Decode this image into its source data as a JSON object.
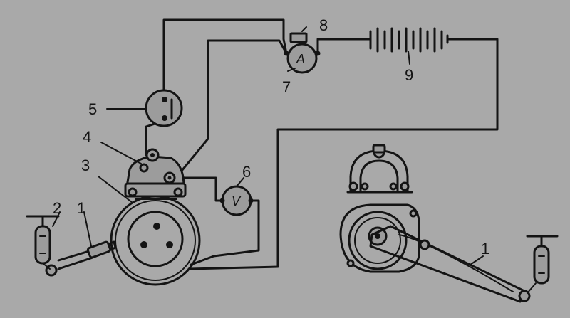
{
  "labels": {
    "l1_left": "1",
    "l2": "2",
    "l3": "3",
    "l4": "4",
    "l5": "5",
    "l6": "6",
    "l7": "7",
    "l8": "8",
    "l9": "9",
    "l1_right": "1"
  },
  "meters": {
    "ammeter": "A",
    "voltmeter": "V"
  }
}
